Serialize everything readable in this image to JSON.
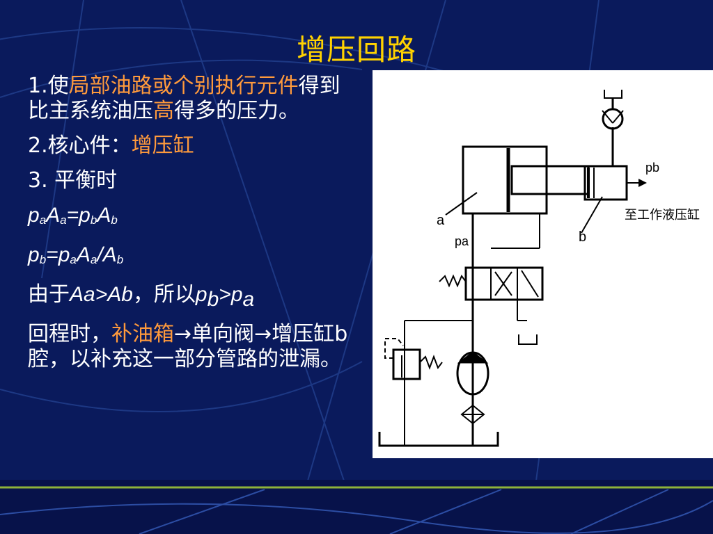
{
  "slide": {
    "title": "增压回路"
  },
  "content": {
    "item1": {
      "num": "1.",
      "pre": "使",
      "hl1": "局部油路或个别执行元件",
      "mid": "得到比主系统油压",
      "hl2": "高",
      "post": "得多的压力。"
    },
    "item2": {
      "num": "2.",
      "label": "核心件：",
      "hl": "增压缸"
    },
    "item3": {
      "label": "3. 平衡时"
    },
    "formula1": {
      "p1": "p",
      "s1": "a",
      "A1": "A",
      "t1": "a",
      "eq": "=",
      "p2": "p",
      "s2": "b",
      "A2": "A",
      "t2": "b"
    },
    "formula2": {
      "p1": "p",
      "s1": "b",
      "eq": "=",
      "p2": "p",
      "s2": "a",
      "A1": "A",
      "t1": "a",
      "slash": "/",
      "A2": "A",
      "t2": "b"
    },
    "line_because": {
      "pre": "由于",
      "f1": "Aa>Ab",
      "mid": "，所以",
      "p1": "p",
      "s1": "b",
      "gt": ">",
      "p2": "p",
      "s2": "a"
    },
    "return_stroke": {
      "pre": "回程时，",
      "hl": "补油箱",
      "post": "→单向阀→增压缸b腔，以补充这一部分管路的泄漏。"
    }
  },
  "diagram": {
    "label_pb_top": "pb",
    "label_to_cylinder": "至工作液压缸",
    "label_a": "a",
    "label_b": "b",
    "label_pa": "pa"
  },
  "colors": {
    "background": "#0a1a5c",
    "title": "#ffd200",
    "highlight": "#ff9a3c",
    "text": "#ffffff",
    "accent_line": "#8fb33a"
  }
}
